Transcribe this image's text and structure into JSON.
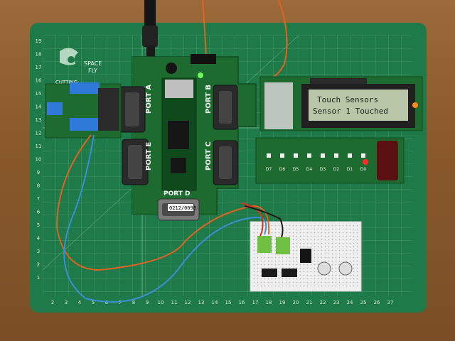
{
  "mat": {
    "brand_line1": "SPACE",
    "brand_line2": "FLY",
    "brand_cutting": "CUTTING",
    "bottom_ticks": [
      "2",
      "3",
      "4",
      "5",
      "6",
      "7",
      "8",
      "9",
      "10",
      "11",
      "12",
      "13",
      "14",
      "15",
      "16",
      "17",
      "18",
      "19",
      "20",
      "21",
      "22",
      "23",
      "24",
      "25",
      "26",
      "27"
    ],
    "left_ticks": [
      "19",
      "18",
      "17",
      "16",
      "15",
      "14",
      "13",
      "12",
      "11",
      "10",
      "9",
      "8",
      "7",
      "6",
      "5",
      "4",
      "3",
      "2",
      "1"
    ]
  },
  "main_board": {
    "port_a": "PORT A",
    "port_b": "PORT B",
    "port_c": "PORT C",
    "port_d": "PORT D",
    "port_e": "PORT E",
    "serial_tag": "0212/0098"
  },
  "lcd": {
    "line1": "Touch Sensors",
    "line2": "Sensor 1 Touched"
  },
  "led_board": {
    "labels": [
      "D7",
      "D6",
      "D5",
      "D4",
      "D3",
      "D2",
      "D1",
      "D0"
    ]
  },
  "colors": {
    "mat_green": "#1f7a4a",
    "pcb_green": "#1d6b2e",
    "lcd_back": "#b9c7a8",
    "led_red": "#ff2a2a",
    "wire_orange": "#e2621f",
    "wire_blue": "#3a8fd6"
  }
}
